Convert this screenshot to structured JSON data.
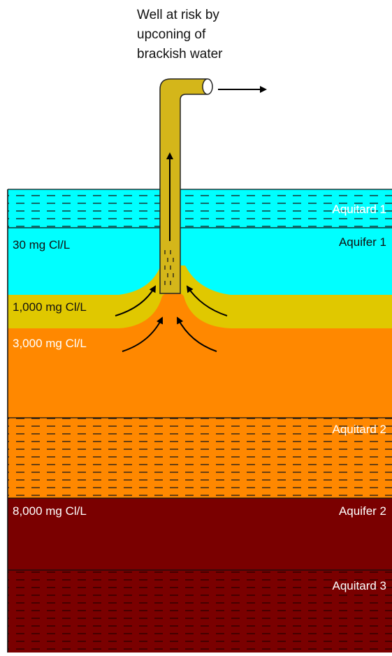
{
  "title_lines": [
    "Well at risk by",
    "upconing of",
    "brackish water"
  ],
  "layers": {
    "aquitard1": {
      "label": "Aquitard 1",
      "color": "#00ffff"
    },
    "aquifer1": {
      "label": "Aquifer 1",
      "concentration": "30 mg Cl/L",
      "color": "#00ffff"
    },
    "brackish_zone": {
      "concentration": "1,000 mg Cl/L",
      "color": "#e0c800"
    },
    "saline_zone": {
      "concentration": "3,000 mg Cl/L",
      "color": "#ff8800"
    },
    "aquitard2": {
      "label": "Aquitard 2",
      "color": "#ff8800"
    },
    "aquifer2": {
      "label": "Aquifer 2",
      "concentration": "8,000 mg Cl/L",
      "color": "#7a0000"
    },
    "aquitard3": {
      "label": "Aquitard 3",
      "color": "#7a0000"
    }
  },
  "well": {
    "color": "#d4b61a",
    "icon": "well-pipe-icon"
  },
  "arrows": {
    "discharge_icon": "arrow-right-icon",
    "flow_icon": "curved-arrow-icon"
  }
}
